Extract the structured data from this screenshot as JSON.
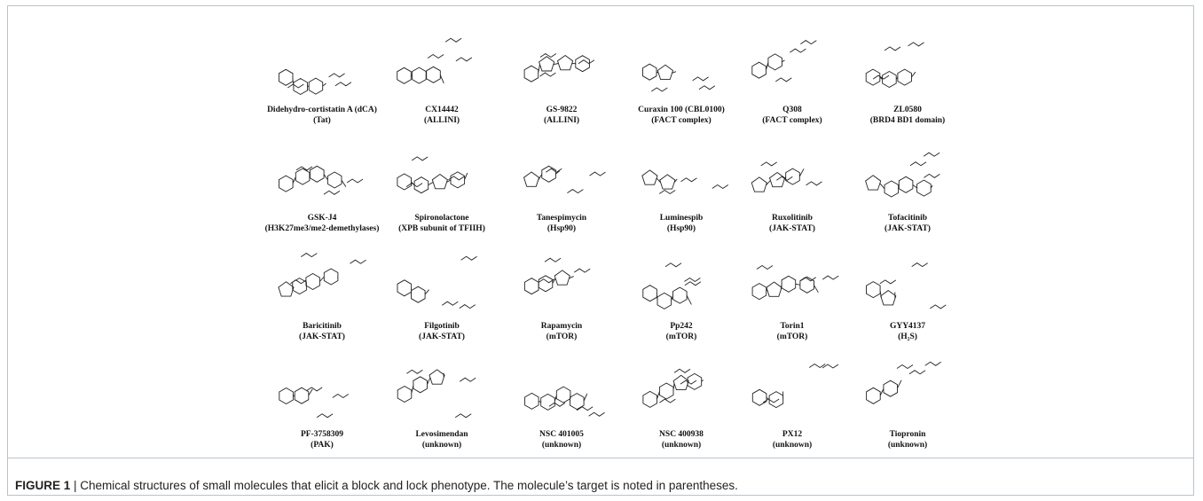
{
  "caption": {
    "label": "FIGURE 1",
    "separator": " | ",
    "text": "Chemical structures of small molecules that elicit a block and lock phenotype. The molecule’s target is noted in parentheses."
  },
  "molecules": [
    {
      "name": "Didehydro-cortistatin A (dCA)",
      "target": "(Tat)"
    },
    {
      "name": "CX14442",
      "target": "(ALLINI)"
    },
    {
      "name": "GS-9822",
      "target": "(ALLINI)"
    },
    {
      "name": "Curaxin 100 (CBL0100)",
      "target": "(FACT complex)"
    },
    {
      "name": "Q308",
      "target": "(FACT complex)"
    },
    {
      "name": "ZL0580",
      "target": "(BRD4 BD1 domain)"
    },
    {
      "name": "GSK-J4",
      "target": "(H3K27me3/me2-demethylases)"
    },
    {
      "name": "Spironolactone",
      "target": "(XPB subunit of TFIIH)"
    },
    {
      "name": "Tanespimycin",
      "target": "(Hsp90)"
    },
    {
      "name": "Luminespib",
      "target": "(Hsp90)"
    },
    {
      "name": "Ruxolitinib",
      "target": "(JAK-STAT)"
    },
    {
      "name": "Tofacitinib",
      "target": "(JAK-STAT)"
    },
    {
      "name": "Baricitinib",
      "target": "(JAK-STAT)"
    },
    {
      "name": "Filgotinib",
      "target": "(JAK-STAT)"
    },
    {
      "name": "Rapamycin",
      "target": "(mTOR)"
    },
    {
      "name": "Pp242",
      "target": "(mTOR)"
    },
    {
      "name": "Torin1",
      "target": "(mTOR)"
    },
    {
      "name": "GYY4137",
      "target": "(H₂S)"
    },
    {
      "name": "PF-3758309",
      "target": "(PAK)"
    },
    {
      "name": "Levosimendan",
      "target": "(unknown)"
    },
    {
      "name": "NSC 401005",
      "target": "(unknown)"
    },
    {
      "name": "NSC 400938",
      "target": "(unknown)"
    },
    {
      "name": "PX12",
      "target": "(unknown)"
    },
    {
      "name": "Tiopronin",
      "target": "(unknown)"
    }
  ]
}
